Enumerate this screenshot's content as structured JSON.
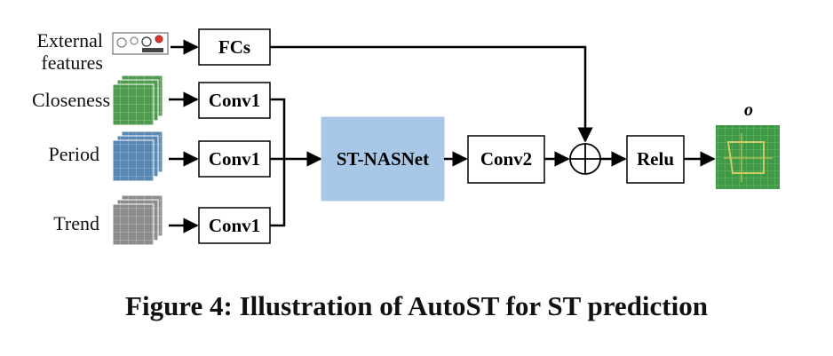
{
  "inputs": {
    "external": [
      "External",
      "features"
    ],
    "closeness": "Closeness",
    "period": "Period",
    "trend": "Trend"
  },
  "blocks": {
    "fcs": "FCs",
    "conv1": "Conv1",
    "stnasnet": "ST-NASNet",
    "conv2": "Conv2",
    "relu": "Relu"
  },
  "output_label": "o",
  "caption": "Figure 4: Illustration of AutoST for ST prediction",
  "colors": {
    "stnasnet_fill": "#a9c8e8",
    "closeness_map": "#4f9a4f",
    "period_map": "#5b87b5",
    "trend_map": "#8c8c8c",
    "output_map": "#3f9a48"
  }
}
